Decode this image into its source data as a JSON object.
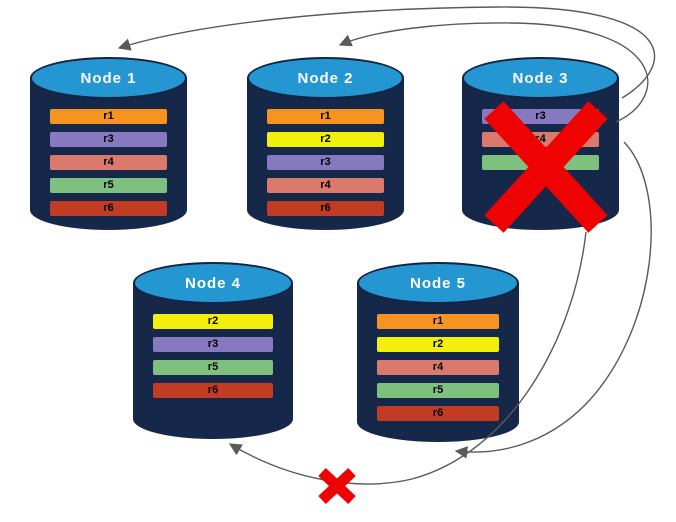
{
  "diagram": {
    "description": "Replica redistribution after node failure",
    "colors": {
      "node_body": "#16284a",
      "node_top": "#2496d2",
      "node_rim": "#122445",
      "arrow": "#5a5a5a",
      "failure_x": "#ee0202",
      "replica_colors": {
        "r1": "#f79421",
        "r2": "#f2ef0c",
        "r3": "#8779c0",
        "r4": "#da7a6d",
        "r5": "#7ec07d",
        "r6": "#c23b23"
      }
    },
    "nodes": [
      {
        "title": "Node 1",
        "replicas": [
          "r1",
          "r3",
          "r4",
          "r5",
          "r6"
        ],
        "failed": false
      },
      {
        "title": "Node 2",
        "replicas": [
          "r1",
          "r2",
          "r3",
          "r4",
          "r6"
        ],
        "failed": false
      },
      {
        "title": "Node 3",
        "replicas": [
          "r3",
          "r4",
          "r5"
        ],
        "failed": true
      },
      {
        "title": "Node 4",
        "replicas": [
          "r2",
          "r3",
          "r5",
          "r6"
        ],
        "failed": false
      },
      {
        "title": "Node 5",
        "replicas": [
          "r1",
          "r2",
          "r4",
          "r5",
          "r6"
        ],
        "failed": false
      }
    ],
    "arrows": [
      {
        "name": "arrow-to-node-1",
        "from": "Node 3",
        "to": "Node 1",
        "blocked": false
      },
      {
        "name": "arrow-to-node-2",
        "from": "Node 3",
        "to": "Node 2",
        "blocked": false
      },
      {
        "name": "arrow-to-node-5",
        "from": "Node 3",
        "to": "Node 5",
        "blocked": false
      },
      {
        "name": "arrow-to-node-4",
        "from": "Node 3",
        "to": "Node 4",
        "blocked": true
      }
    ]
  }
}
